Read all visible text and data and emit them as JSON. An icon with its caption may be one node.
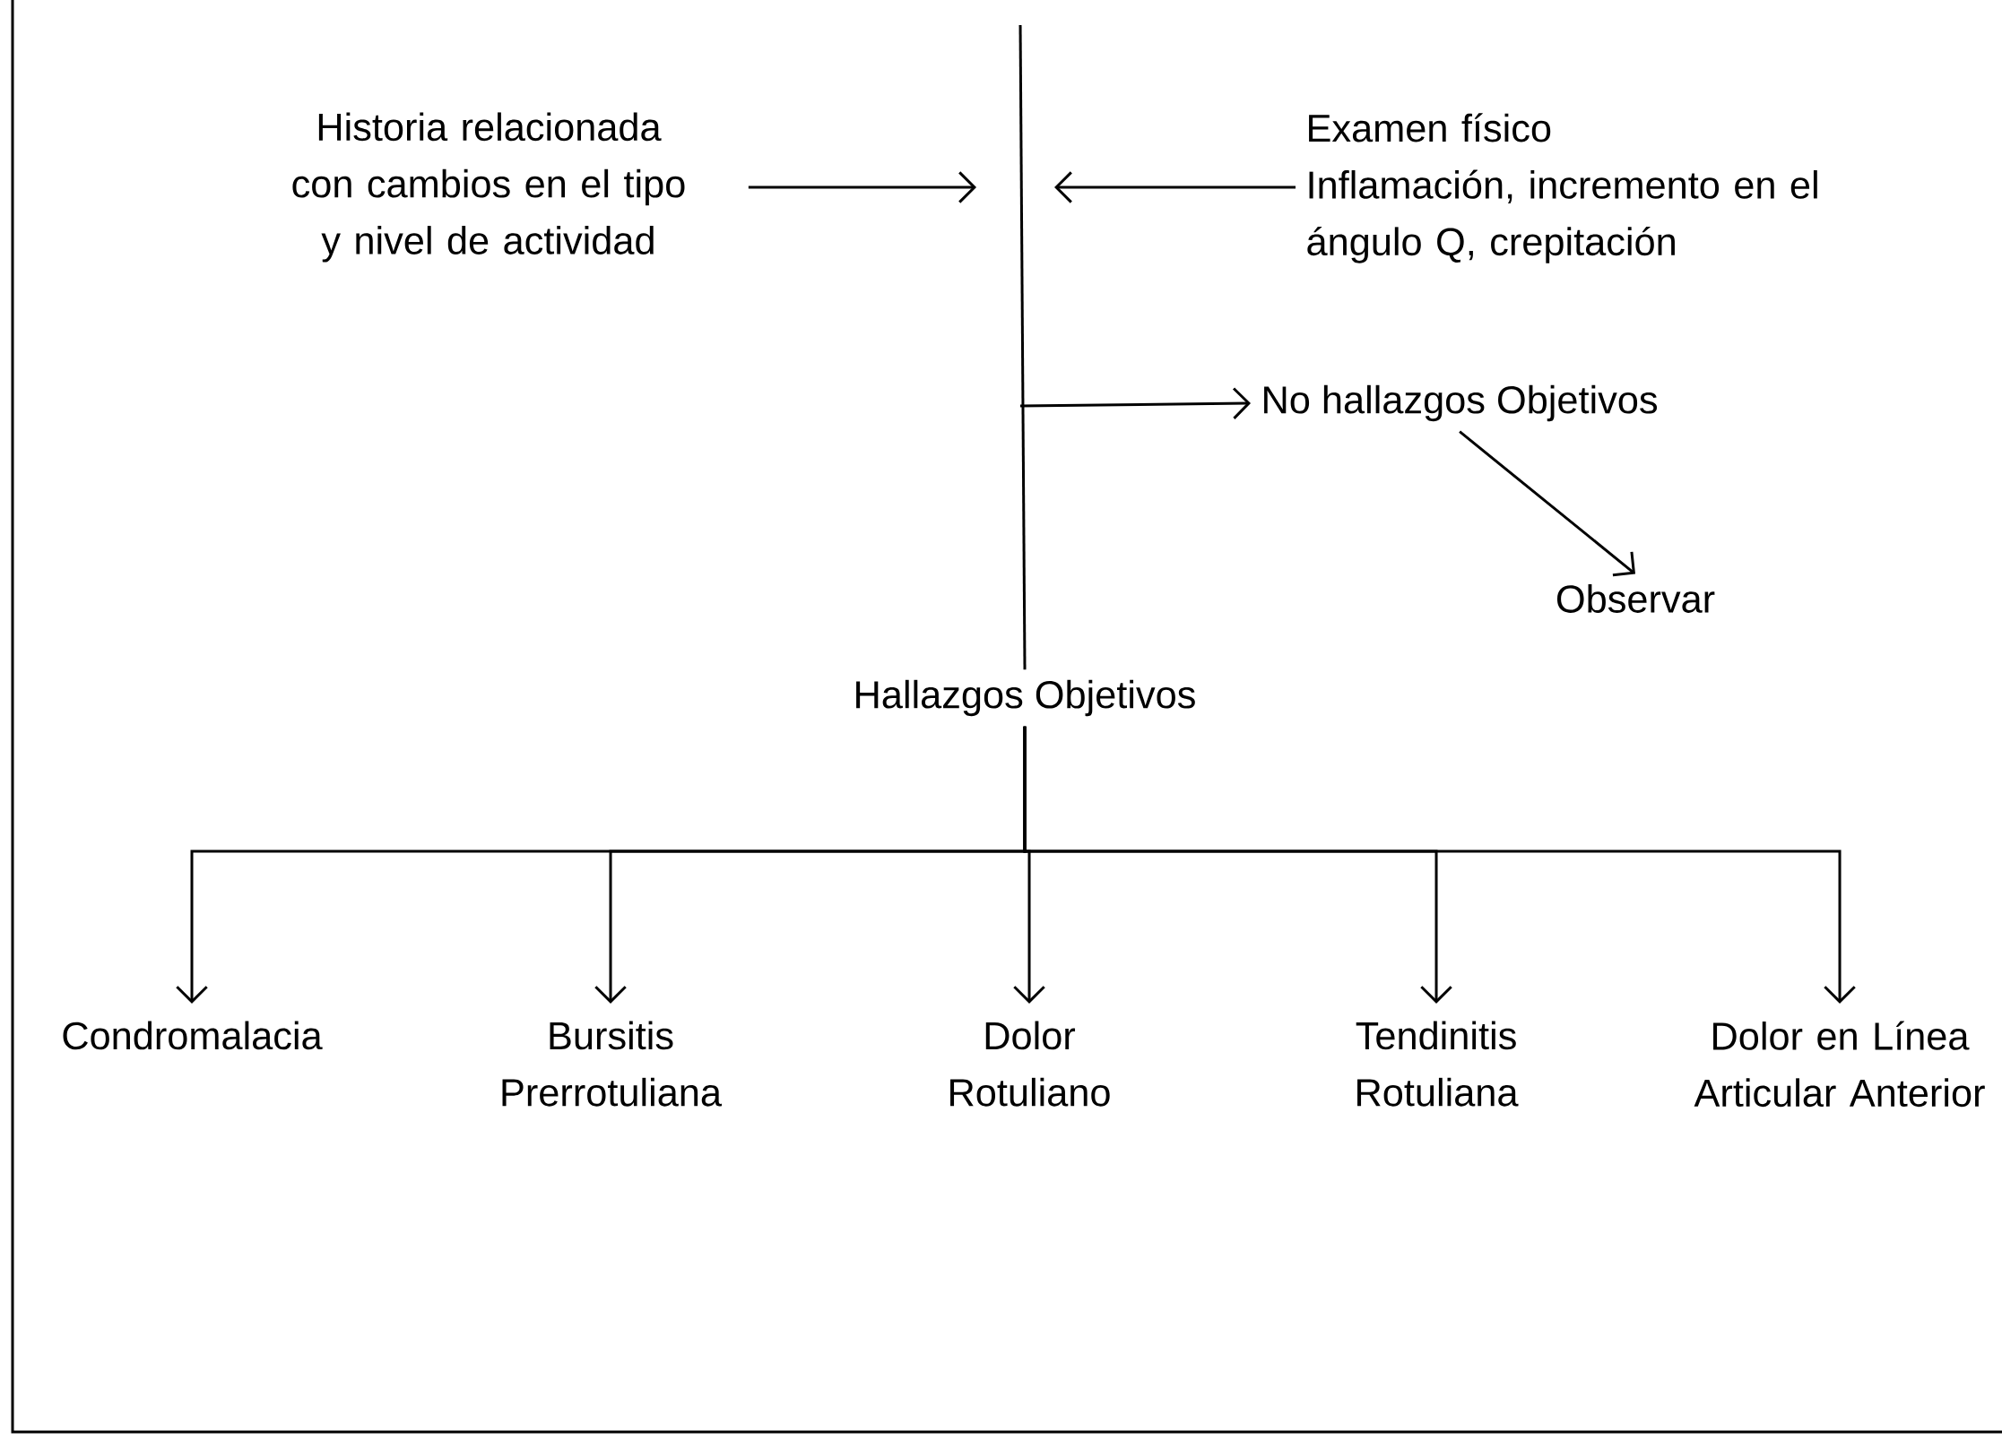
{
  "diagram": {
    "nodes": [
      {
        "text": [
          "Historia  relacionada con cambios en el tipo y nivel de actividad"
        ]
      },
      {
        "text": [
          "Examen físico",
          "Inflamación, incremento en el ángulo Q, crepitación"
        ]
      },
      {
        "text": [
          "No hallazgos Objetivos"
        ]
      },
      {
        "text": [
          "Observar"
        ]
      },
      {
        "text": [
          "Hallazgos Objetivos"
        ]
      },
      {
        "text": [
          "Condromalacia"
        ]
      },
      {
        "text": [
          "Bursitis Prerrotuliana"
        ]
      },
      {
        "text": [
          "Dolor Rotuliano"
        ]
      },
      {
        "text": [
          "Tendinitis Rotuliana"
        ]
      },
      {
        "text": [
          "Dolor en Línea Articular Anterior"
        ]
      }
    ],
    "edges": [
      {
        "from": null,
        "to": 4,
        "arrow": "none"
      },
      {
        "from": 0,
        "to": null,
        "arrow": "to"
      },
      {
        "from": 1,
        "to": null,
        "arrow": "to"
      },
      {
        "from": null,
        "to": 2,
        "arrow": "to"
      },
      {
        "from": 2,
        "to": 3,
        "arrow": "to"
      },
      {
        "from": 4,
        "to": 5,
        "arrow": "to"
      },
      {
        "from": 4,
        "to": 6,
        "arrow": "to"
      },
      {
        "from": 4,
        "to": 7,
        "arrow": "to"
      },
      {
        "from": 4,
        "to": 8,
        "arrow": "to"
      },
      {
        "from": 4,
        "to": 9,
        "arrow": "to"
      }
    ]
  }
}
